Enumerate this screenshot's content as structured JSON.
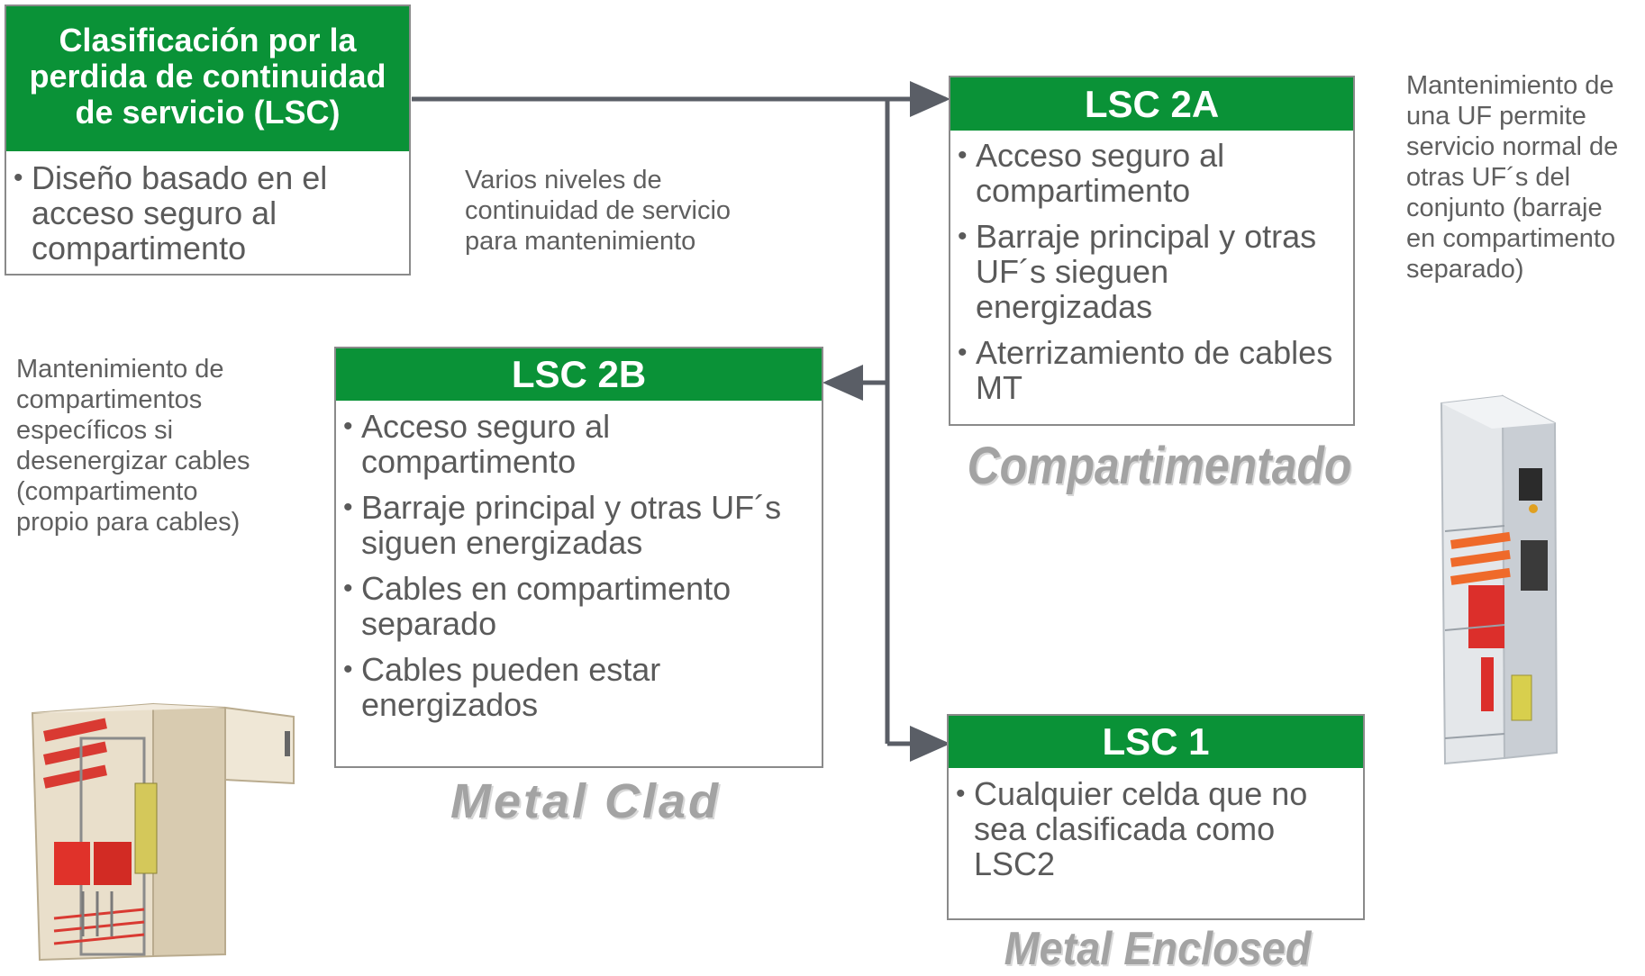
{
  "root": {
    "title": "Clasificación por la perdida de continuidad de servicio (LSC)",
    "bullets": [
      "Diseño basado en el acceso seguro al compartimento"
    ]
  },
  "notes": {
    "center": "Varios niveles de\ncontinuidad de servicio\npara mantenimiento",
    "right": "Mantenimiento de\nuna UF permite\nservicio normal de\notras UF´s del\nconjunto (barraje\nen compartimento\nseparado)",
    "left": "Mantenimiento de\ncompartimentos\nespecíficos si\ndesenergizar cables\n(compartimento\npropio para cables)"
  },
  "lsc2a": {
    "title": "LSC 2A",
    "bullets": [
      "Acceso seguro al compartimento",
      "Barraje principal y otras UF´s sieguen energizadas",
      "Aterrizamiento de cables MT"
    ],
    "caption": "Compartimentado"
  },
  "lsc2b": {
    "title": "LSC 2B",
    "bullets": [
      "Acceso seguro al compartimento",
      "Barraje principal y otras UF´s siguen energizadas",
      "Cables en compartimento separado",
      "Cables pueden estar energizados"
    ],
    "caption": "Metal Clad"
  },
  "lsc1": {
    "title": "LSC 1",
    "bullets": [
      "Cualquier celda que no sea clasificada como LSC2"
    ],
    "caption": "Metal Enclosed"
  },
  "colors": {
    "header_green": "#0a9237",
    "connector": "#5a5e66",
    "caption_gray": "#a3a3a3"
  }
}
